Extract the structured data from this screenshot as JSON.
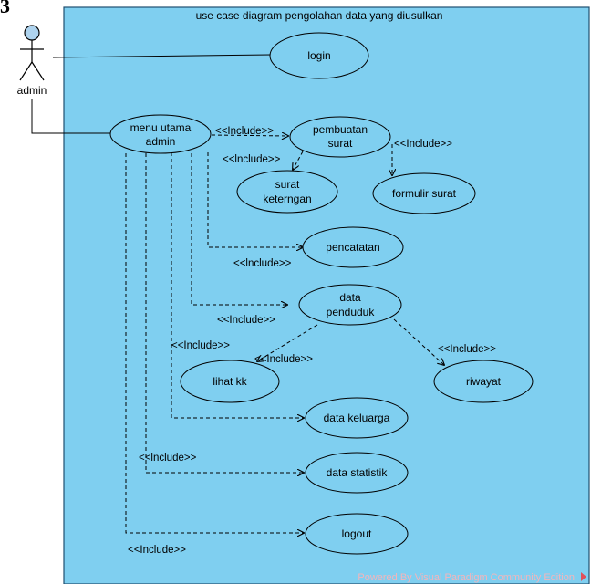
{
  "figure_label": "3",
  "system": {
    "title": "use case diagram pengolahan data yang diusulkan",
    "background": "#7fcff0",
    "footer": "Powered By  Visual Paradigm Community Edition"
  },
  "actor": {
    "name": "admin",
    "color": "#aed3ee"
  },
  "use_cases": {
    "login": "login",
    "menu_utama": [
      "menu utama",
      "admin"
    ],
    "pembuatan_surat": [
      "pembuatan",
      "surat"
    ],
    "surat_keterangan": [
      "surat",
      "keterngan"
    ],
    "formulir_surat": "formulir surat",
    "pencatatan": "pencatatan",
    "data_penduduk": [
      "data",
      "penduduk"
    ],
    "lihat_kk": "lihat kk",
    "riwayat": "riwayat",
    "data_keluarga": "data keluarga",
    "data_statistik": "data statistik",
    "logout": "logout"
  },
  "include_label": "<<Include>>",
  "include_label_alt": "<<lnclude>>"
}
